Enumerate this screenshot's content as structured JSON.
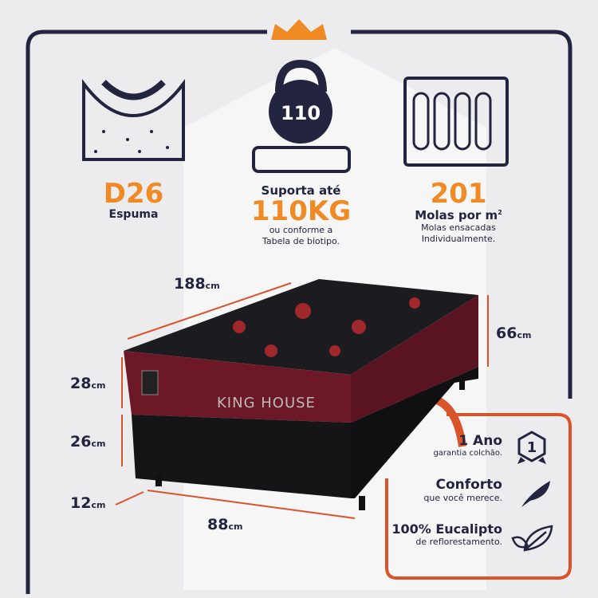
{
  "features": [
    {
      "value": "D26",
      "label": "Espuma"
    },
    {
      "icon_value": "110",
      "title": "Suporta até",
      "value": "110KG",
      "desc_1": "ou conforme a",
      "desc_2": "Tabela de biotipo."
    },
    {
      "value": "201",
      "label": "Molas por m",
      "sup": "2",
      "desc_1": "Molas ensacadas",
      "desc_2": "Individualmente."
    }
  ],
  "dimensions": {
    "length": "188",
    "width": "88",
    "total_height": "66",
    "top_height": "28",
    "base_height": "26",
    "feet": "12",
    "unit": "cm"
  },
  "brand": {
    "name": "KING HOUSE"
  },
  "benefits": [
    {
      "title": "1 Ano",
      "subtitle": "garantia colchão.",
      "icon": "medal-icon",
      "badge": "1"
    },
    {
      "title": "Conforto",
      "subtitle": "que você merece.",
      "icon": "feather-icon"
    },
    {
      "title": "100% Eucalipto",
      "subtitle": "de reflorestamento.",
      "icon": "leaf-icon"
    }
  ],
  "colors": {
    "navy": "#23243f",
    "orange": "#f08a24",
    "accent": "#d9532b",
    "mattress": "#7a1a2a"
  }
}
